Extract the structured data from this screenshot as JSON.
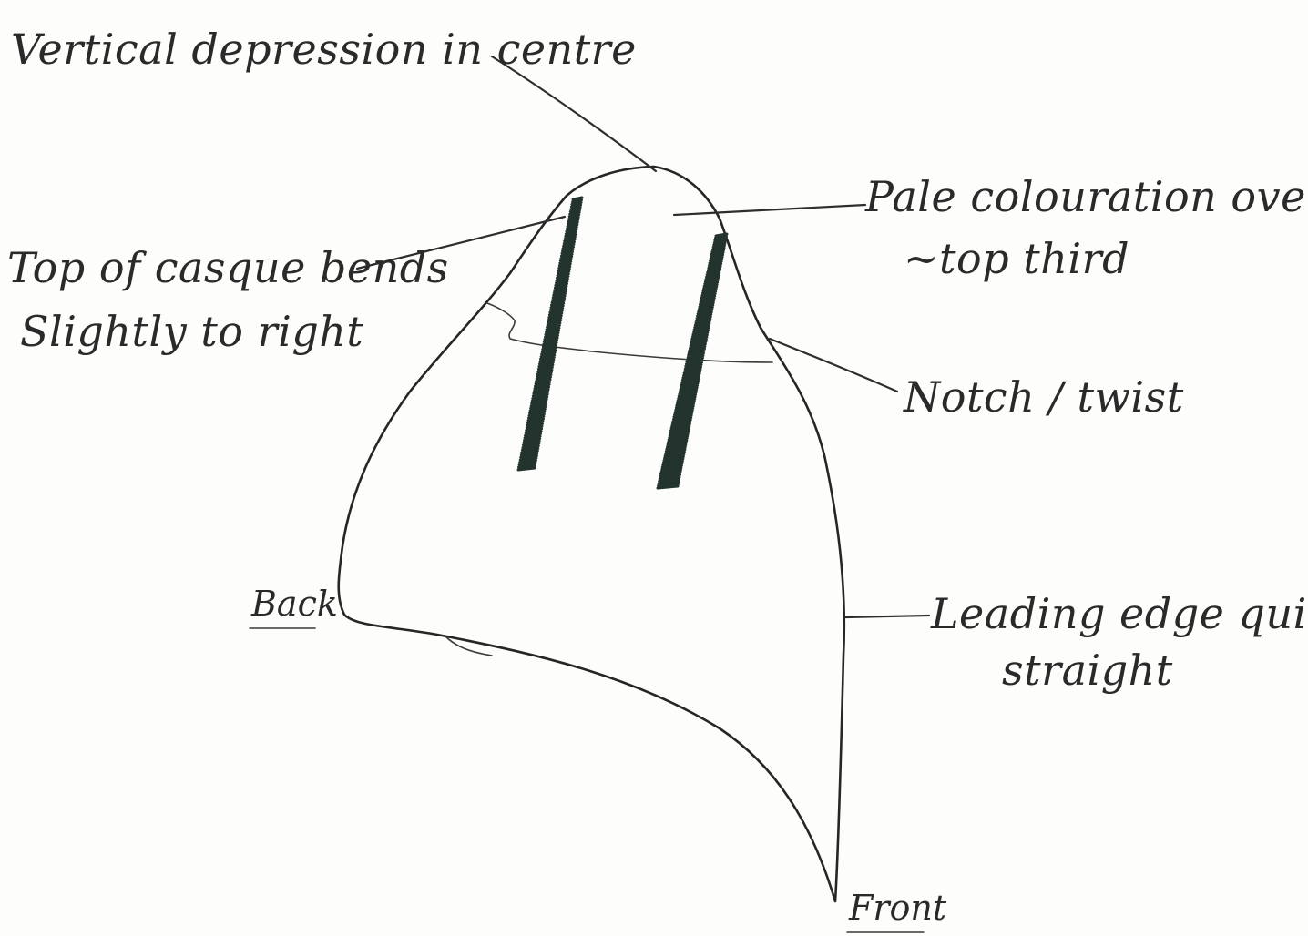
{
  "annotations": {
    "vertical_depression": "Vertical depression in centre",
    "pale_colouration_line1": "Pale colouration over",
    "pale_colouration_line2": "~top third",
    "top_bends_line1": "Top of casque bends",
    "top_bends_line2": "Slightly to right",
    "notch_twist": "Notch / twist",
    "leading_edge_line1": "Leading edge quite",
    "leading_edge_line2": "straight",
    "back": "Back",
    "front": "Front"
  },
  "colors": {
    "ink": "#262626",
    "stripe": "#23332d",
    "paper": "#fdfdfb"
  }
}
